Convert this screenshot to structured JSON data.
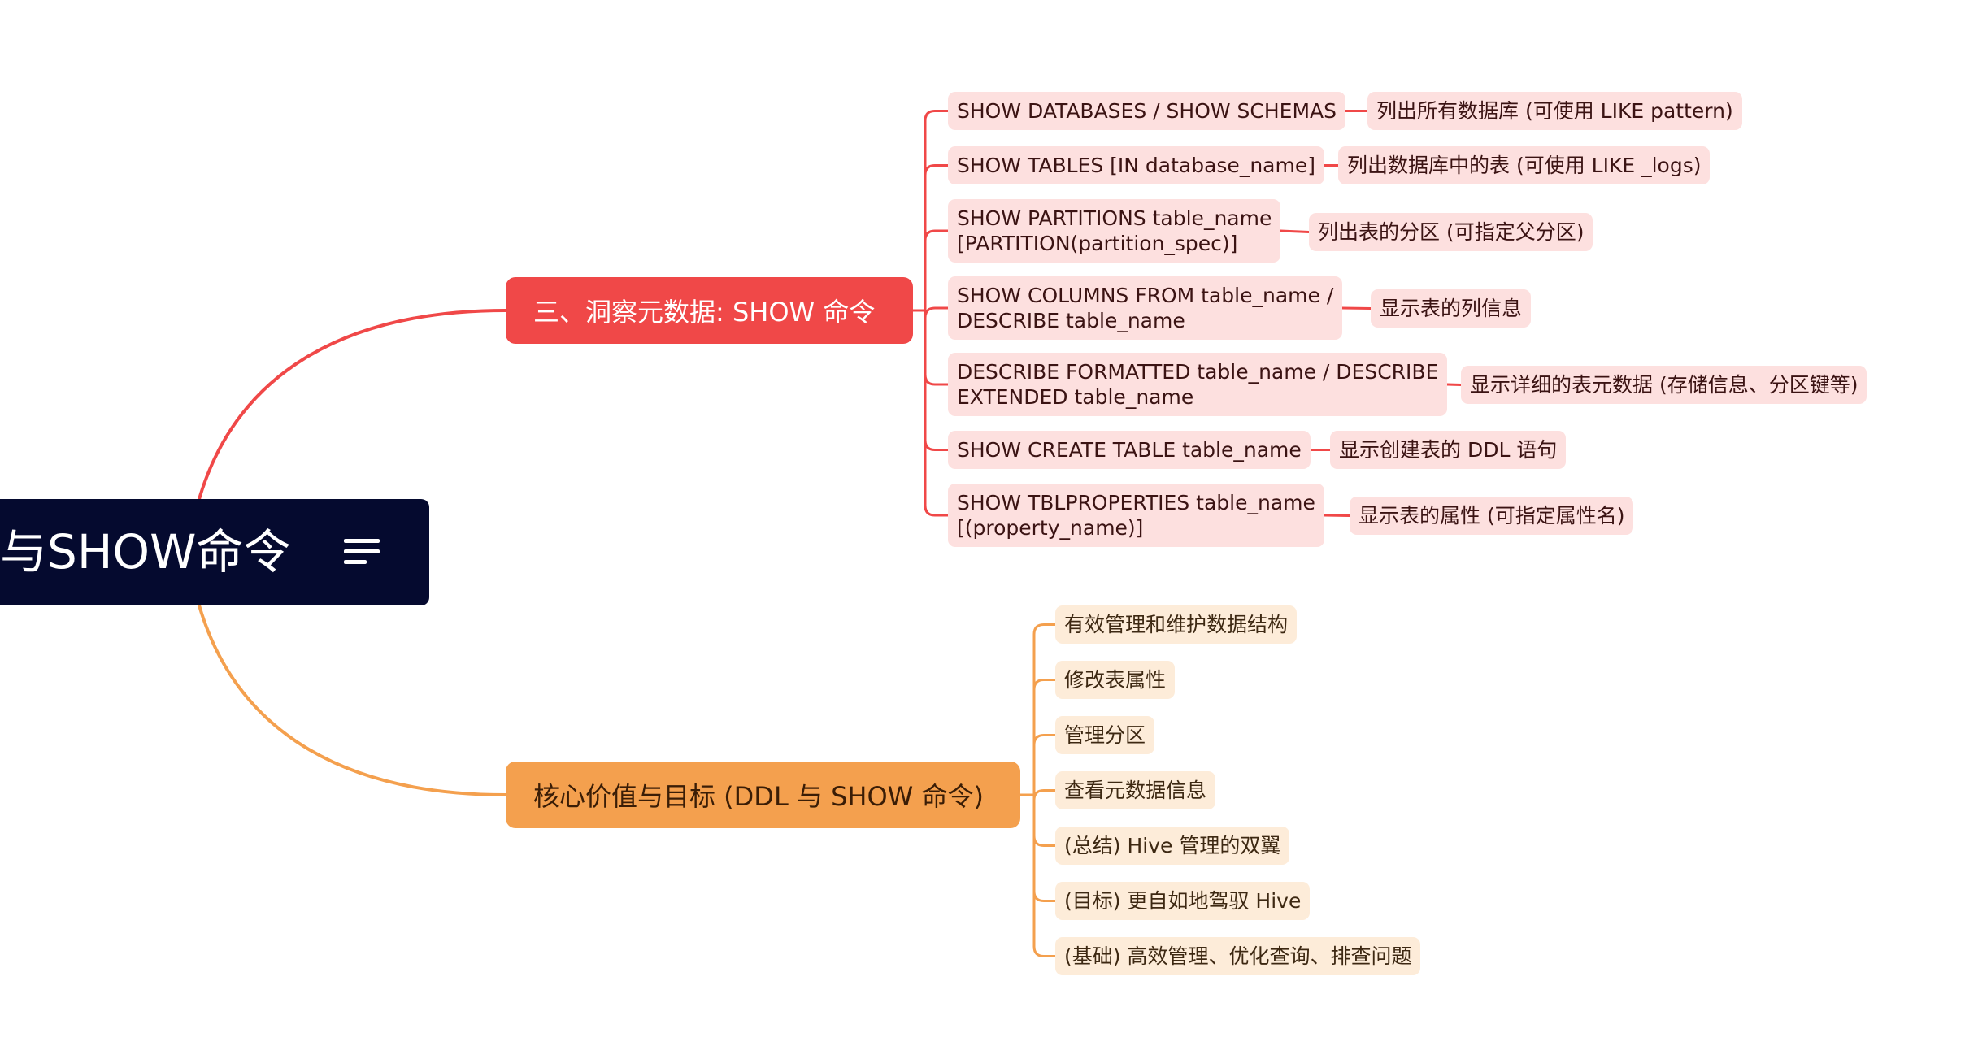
{
  "root": {
    "title": "与SHOW命令",
    "icon": "menu-lines-icon"
  },
  "colors": {
    "root_bg": "#050a2f",
    "red": "#f04848",
    "orange": "#f4a04e",
    "red_leaf": "#fde0df",
    "orange_leaf": "#fdecd9"
  },
  "branches": [
    {
      "title": "三、洞察元数据: SHOW 命令",
      "items": [
        {
          "command": [
            "SHOW DATABASES / SHOW SCHEMAS"
          ],
          "desc": "列出所有数据库 (可使用 LIKE pattern)"
        },
        {
          "command": [
            "SHOW TABLES [IN database_name]"
          ],
          "desc": "列出数据库中的表 (可使用 LIKE _logs)"
        },
        {
          "command": [
            "SHOW PARTITIONS table_name",
            "[PARTITION(partition_spec)]"
          ],
          "desc": "列出表的分区 (可指定父分区)"
        },
        {
          "command": [
            "SHOW COLUMNS FROM table_name /",
            "DESCRIBE table_name"
          ],
          "desc": "显示表的列信息"
        },
        {
          "command": [
            "DESCRIBE FORMATTED table_name / DESCRIBE",
            "EXTENDED table_name"
          ],
          "desc": "显示详细的表元数据 (存储信息、分区键等)"
        },
        {
          "command": [
            "SHOW CREATE TABLE table_name"
          ],
          "desc": "显示创建表的 DDL 语句"
        },
        {
          "command": [
            "SHOW TBLPROPERTIES table_name",
            "[(property_name)]"
          ],
          "desc": "显示表的属性 (可指定属性名)"
        }
      ]
    },
    {
      "title": "核心价值与目标 (DDL 与 SHOW 命令)",
      "items": [
        "有效管理和维护数据结构",
        "修改表属性",
        "管理分区",
        "查看元数据信息",
        "(总结) Hive 管理的双翼",
        "(目标) 更自如地驾驭 Hive",
        "(基础) 高效管理、优化查询、排查问题"
      ]
    }
  ]
}
